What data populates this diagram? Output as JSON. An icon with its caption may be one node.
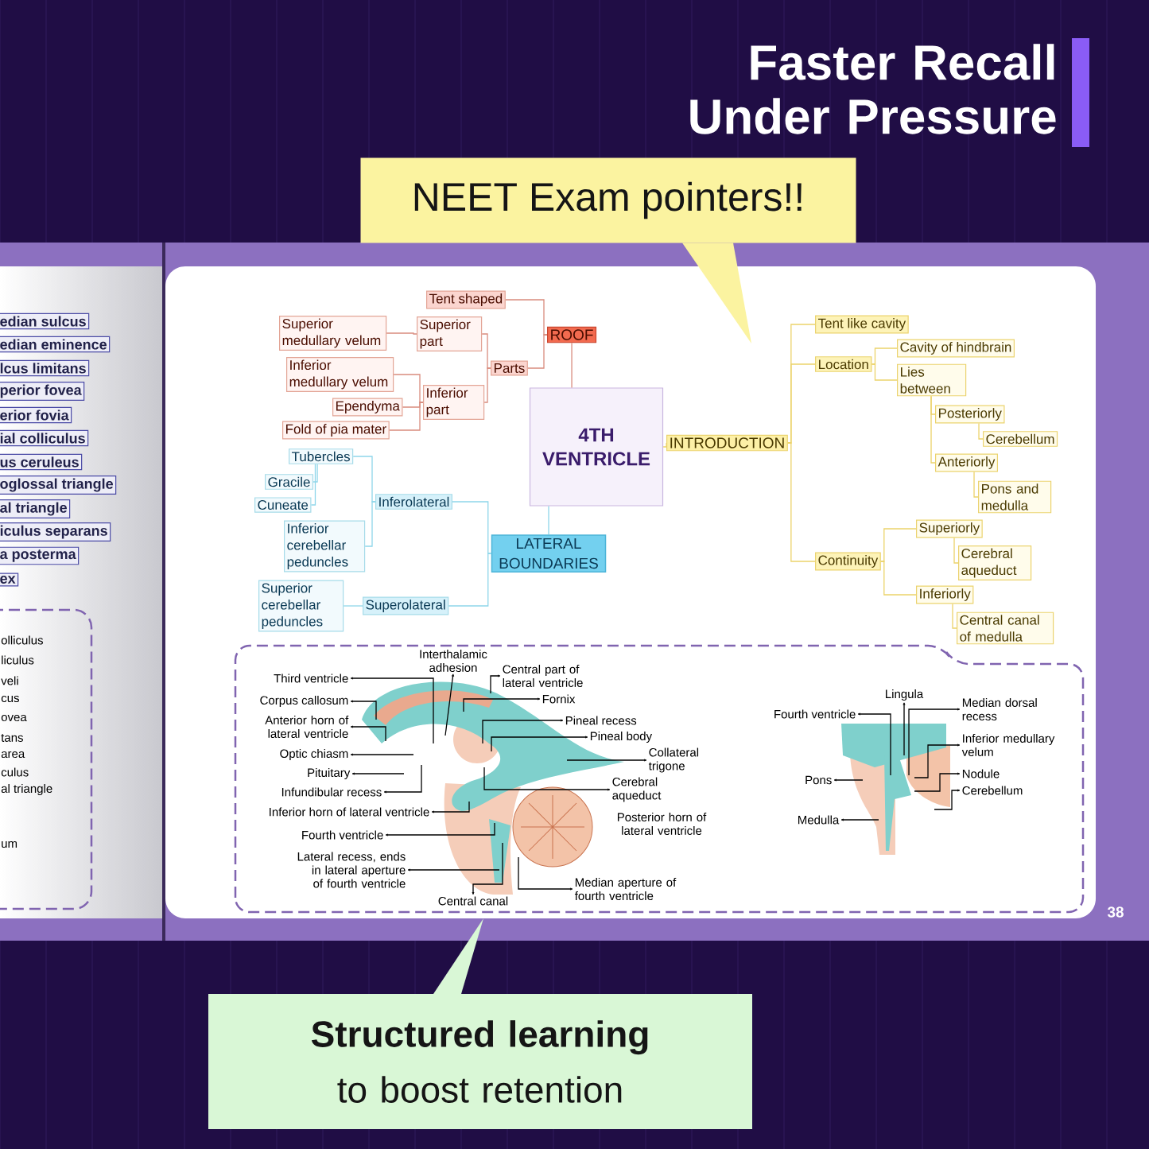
{
  "diagram": {
    "title": "Faster Recall Under Pressure",
    "nodes": [
      {
        "text": [
          "NEET Exam pointers!!"
        ]
      },
      {
        "text": [
          "**Structured learning** to boost retention"
        ]
      },
      {
        "text": [
          "edian sulcus"
        ]
      },
      {
        "text": [
          "edian eminence"
        ]
      },
      {
        "text": [
          "lcus limitans"
        ]
      },
      {
        "text": [
          "perior fovea"
        ]
      },
      {
        "text": [
          "erior fovia"
        ]
      },
      {
        "text": [
          "ial colliculus"
        ]
      },
      {
        "text": [
          "us ceruleus"
        ]
      },
      {
        "text": [
          "oglossal triangle"
        ]
      },
      {
        "text": [
          "al triangle"
        ]
      },
      {
        "text": [
          "iculus separans"
        ]
      },
      {
        "text": [
          "a posterma"
        ]
      },
      {
        "text": [
          "ex"
        ]
      },
      {
        "text": [
          "4TH VENTRICLE"
        ]
      },
      {
        "text": [
          "ROOF"
        ]
      },
      {
        "text": [
          "Tent shaped"
        ]
      },
      {
        "text": [
          "Parts"
        ]
      },
      {
        "text": [
          "Superior part"
        ]
      },
      {
        "text": [
          "Inferior part"
        ]
      },
      {
        "text": [
          "Superior medullary velum"
        ]
      },
      {
        "text": [
          "Inferior medullary velum"
        ]
      },
      {
        "text": [
          "Ependyma"
        ]
      },
      {
        "text": [
          "Fold of pia mater"
        ]
      },
      {
        "text": [
          "LATERAL BOUNDARIES"
        ]
      },
      {
        "text": [
          "Inferolateral"
        ]
      },
      {
        "text": [
          "Superolateral"
        ]
      },
      {
        "text": [
          "Tubercles"
        ]
      },
      {
        "text": [
          "Gracile"
        ]
      },
      {
        "text": [
          "Cuneate"
        ]
      },
      {
        "text": [
          "Inferior cerebellar peduncles"
        ]
      },
      {
        "text": [
          "Superior cerebellar peduncles"
        ]
      },
      {
        "text": [
          "INTRODUCTION"
        ]
      },
      {
        "text": [
          "Tent like cavity"
        ]
      },
      {
        "text": [
          "Location"
        ]
      },
      {
        "text": [
          "Continuity"
        ]
      },
      {
        "text": [
          "Cavity of hindbrain"
        ]
      },
      {
        "text": [
          "Lies between"
        ]
      },
      {
        "text": [
          "Posteriorly"
        ]
      },
      {
        "text": [
          "Cerebellum"
        ]
      },
      {
        "text": [
          "Anteriorly"
        ]
      },
      {
        "text": [
          "Pons and medulla"
        ]
      },
      {
        "text": [
          "Superiorly"
        ]
      },
      {
        "text": [
          "Cerebral aqueduct"
        ]
      },
      {
        "text": [
          "Inferiorly"
        ]
      },
      {
        "text": [
          "Central canal of medulla"
        ]
      },
      {
        "text": [
          "Third ventricle"
        ]
      },
      {
        "text": [
          "Corpus callosum"
        ]
      },
      {
        "text": [
          "Anterior horn of lateral ventricle"
        ]
      },
      {
        "text": [
          "Optic chiasm"
        ]
      },
      {
        "text": [
          "Pituitary"
        ]
      },
      {
        "text": [
          "Infundibular recess"
        ]
      },
      {
        "text": [
          "Inferior horn of lateral ventricle"
        ]
      },
      {
        "text": [
          "Fourth ventricle"
        ]
      },
      {
        "text": [
          "Lateral recess, ends in lateral aperture of fourth ventricle"
        ]
      },
      {
        "text": [
          "Interthalamic adhesion"
        ]
      },
      {
        "text": [
          "Central part of lateral ventricle"
        ]
      },
      {
        "text": [
          "Fornix"
        ]
      },
      {
        "text": [
          "Pineal recess"
        ]
      },
      {
        "text": [
          "Pineal body"
        ]
      },
      {
        "text": [
          "Collateral trigone"
        ]
      },
      {
        "text": [
          "Cerebral aqueduct"
        ]
      },
      {
        "text": [
          "Central canal"
        ]
      },
      {
        "text": [
          "Median aperture of fourth ventricle"
        ]
      },
      {
        "text": [
          "Fourth ventricle"
        ]
      },
      {
        "text": [
          "Lingula"
        ]
      },
      {
        "text": [
          "Median dorsal recess"
        ]
      },
      {
        "text": [
          "Inferior medullary velum"
        ]
      },
      {
        "text": [
          "Nodule"
        ]
      },
      {
        "text": [
          "Cerebellum"
        ]
      },
      {
        "text": [
          "Pons"
        ]
      },
      {
        "text": [
          "Medulla"
        ]
      },
      {
        "text": [],
        "shape": "triangle"
      },
      {
        "text": [],
        "shape": "triangle"
      }
    ],
    "edges": [
      {
        "from": 14,
        "to": 15,
        "arrow": "none",
        "color": "#d98c7e"
      },
      {
        "from": 14,
        "to": 24,
        "arrow": "none",
        "color": "#8fd6ea"
      },
      {
        "from": 14,
        "to": 32,
        "arrow": "none",
        "color": "#ecd36b"
      },
      {
        "from": 15,
        "to": 16,
        "arrow": "none",
        "color": "#d98c7e"
      },
      {
        "from": 15,
        "to": 17,
        "arrow": "none",
        "color": "#d98c7e"
      },
      {
        "from": 17,
        "to": 18,
        "arrow": "none",
        "color": "#d98c7e"
      },
      {
        "from": 17,
        "to": 19,
        "arrow": "none",
        "color": "#d98c7e"
      },
      {
        "from": 18,
        "to": 20,
        "arrow": "none",
        "color": "#d98c7e"
      },
      {
        "from": 19,
        "to": 21,
        "arrow": "none",
        "color": "#d98c7e"
      },
      {
        "from": 19,
        "to": 22,
        "arrow": "none",
        "color": "#d98c7e"
      },
      {
        "from": 19,
        "to": 23,
        "arrow": "none",
        "color": "#d98c7e"
      },
      {
        "from": 24,
        "to": 25,
        "arrow": "none",
        "color": "#8fd6ea"
      },
      {
        "from": 24,
        "to": 26,
        "arrow": "none",
        "color": "#8fd6ea"
      },
      {
        "from": 25,
        "to": 27,
        "arrow": "none",
        "color": "#8fd6ea"
      },
      {
        "from": 25,
        "to": 30,
        "arrow": "none",
        "color": "#8fd6ea"
      },
      {
        "from": 27,
        "to": 28,
        "arrow": "none",
        "color": "#8fd6ea"
      },
      {
        "from": 27,
        "to": 29,
        "arrow": "none",
        "color": "#8fd6ea"
      },
      {
        "from": 26,
        "to": 31,
        "arrow": "none",
        "color": "#8fd6ea"
      },
      {
        "from": 32,
        "to": 33,
        "arrow": "none",
        "color": "#ecd36b"
      },
      {
        "from": 32,
        "to": 34,
        "arrow": "none",
        "color": "#ecd36b"
      },
      {
        "from": 32,
        "to": 35,
        "arrow": "none",
        "color": "#ecd36b"
      },
      {
        "from": 34,
        "to": 36,
        "arrow": "none",
        "color": "#ecd36b"
      },
      {
        "from": 34,
        "to": 37,
        "arrow": "none",
        "color": "#ecd36b"
      },
      {
        "from": 37,
        "to": 38,
        "arrow": "none",
        "color": "#ecd36b"
      },
      {
        "from": 37,
        "to": 40,
        "arrow": "none",
        "color": "#ecd36b"
      },
      {
        "from": 38,
        "to": 39,
        "arrow": "none",
        "color": "#ecd36b"
      },
      {
        "from": 40,
        "to": 41,
        "arrow": "none",
        "color": "#ecd36b"
      },
      {
        "from": 35,
        "to": 42,
        "arrow": "none",
        "color": "#ecd36b"
      },
      {
        "from": 42,
        "to": 43,
        "arrow": "none",
        "color": "#ecd36b"
      },
      {
        "from": 35,
        "to": 44,
        "arrow": "none",
        "color": "#ecd36b"
      },
      {
        "from": 44,
        "to": 45,
        "arrow": "none",
        "color": "#ecd36b"
      },
      {
        "from": null,
        "to": 46,
        "arrow": "to"
      },
      {
        "from": null,
        "to": 47,
        "arrow": "to"
      },
      {
        "from": null,
        "to": 48,
        "arrow": "to"
      },
      {
        "from": null,
        "to": 49,
        "arrow": "to"
      },
      {
        "from": null,
        "to": 50,
        "arrow": "to"
      },
      {
        "from": null,
        "to": 51,
        "arrow": "to"
      },
      {
        "from": null,
        "to": 52,
        "arrow": "to"
      },
      {
        "from": null,
        "to": 53,
        "arrow": "to"
      },
      {
        "from": null,
        "to": 54,
        "arrow": "to"
      },
      {
        "from": null,
        "to": 55,
        "arrow": "to"
      },
      {
        "from": null,
        "to": 56,
        "arrow": "to"
      },
      {
        "from": null,
        "to": 57,
        "arrow": "to"
      },
      {
        "from": null,
        "to": 58,
        "arrow": "to"
      },
      {
        "from": null,
        "to": 59,
        "arrow": "to"
      },
      {
        "from": null,
        "to": 60,
        "arrow": "to"
      },
      {
        "from": null,
        "to": 61,
        "arrow": "to"
      },
      {
        "from": null,
        "to": 62,
        "arrow": "to"
      },
      {
        "from": null,
        "to": 63,
        "arrow": "to"
      },
      {
        "from": null,
        "to": 64,
        "arrow": "to"
      },
      {
        "from": null,
        "to": 65,
        "arrow": "to"
      },
      {
        "from": null,
        "to": 66,
        "arrow": "to"
      },
      {
        "from": null,
        "to": 67,
        "arrow": "to"
      },
      {
        "from": null,
        "to": 68,
        "arrow": "to"
      },
      {
        "from": null,
        "to": 69,
        "arrow": "to"
      },
      {
        "from": null,
        "to": 70,
        "arrow": "to"
      },
      {
        "from": null,
        "to": 71,
        "arrow": "to"
      }
    ],
    "labels": [
      "olliculus",
      "liculus",
      "veli",
      "cus",
      "ovea",
      "tans",
      "area",
      "culus",
      "al triangle",
      "um",
      "Posterior horn of lateral ventricle",
      "38"
    ]
  }
}
